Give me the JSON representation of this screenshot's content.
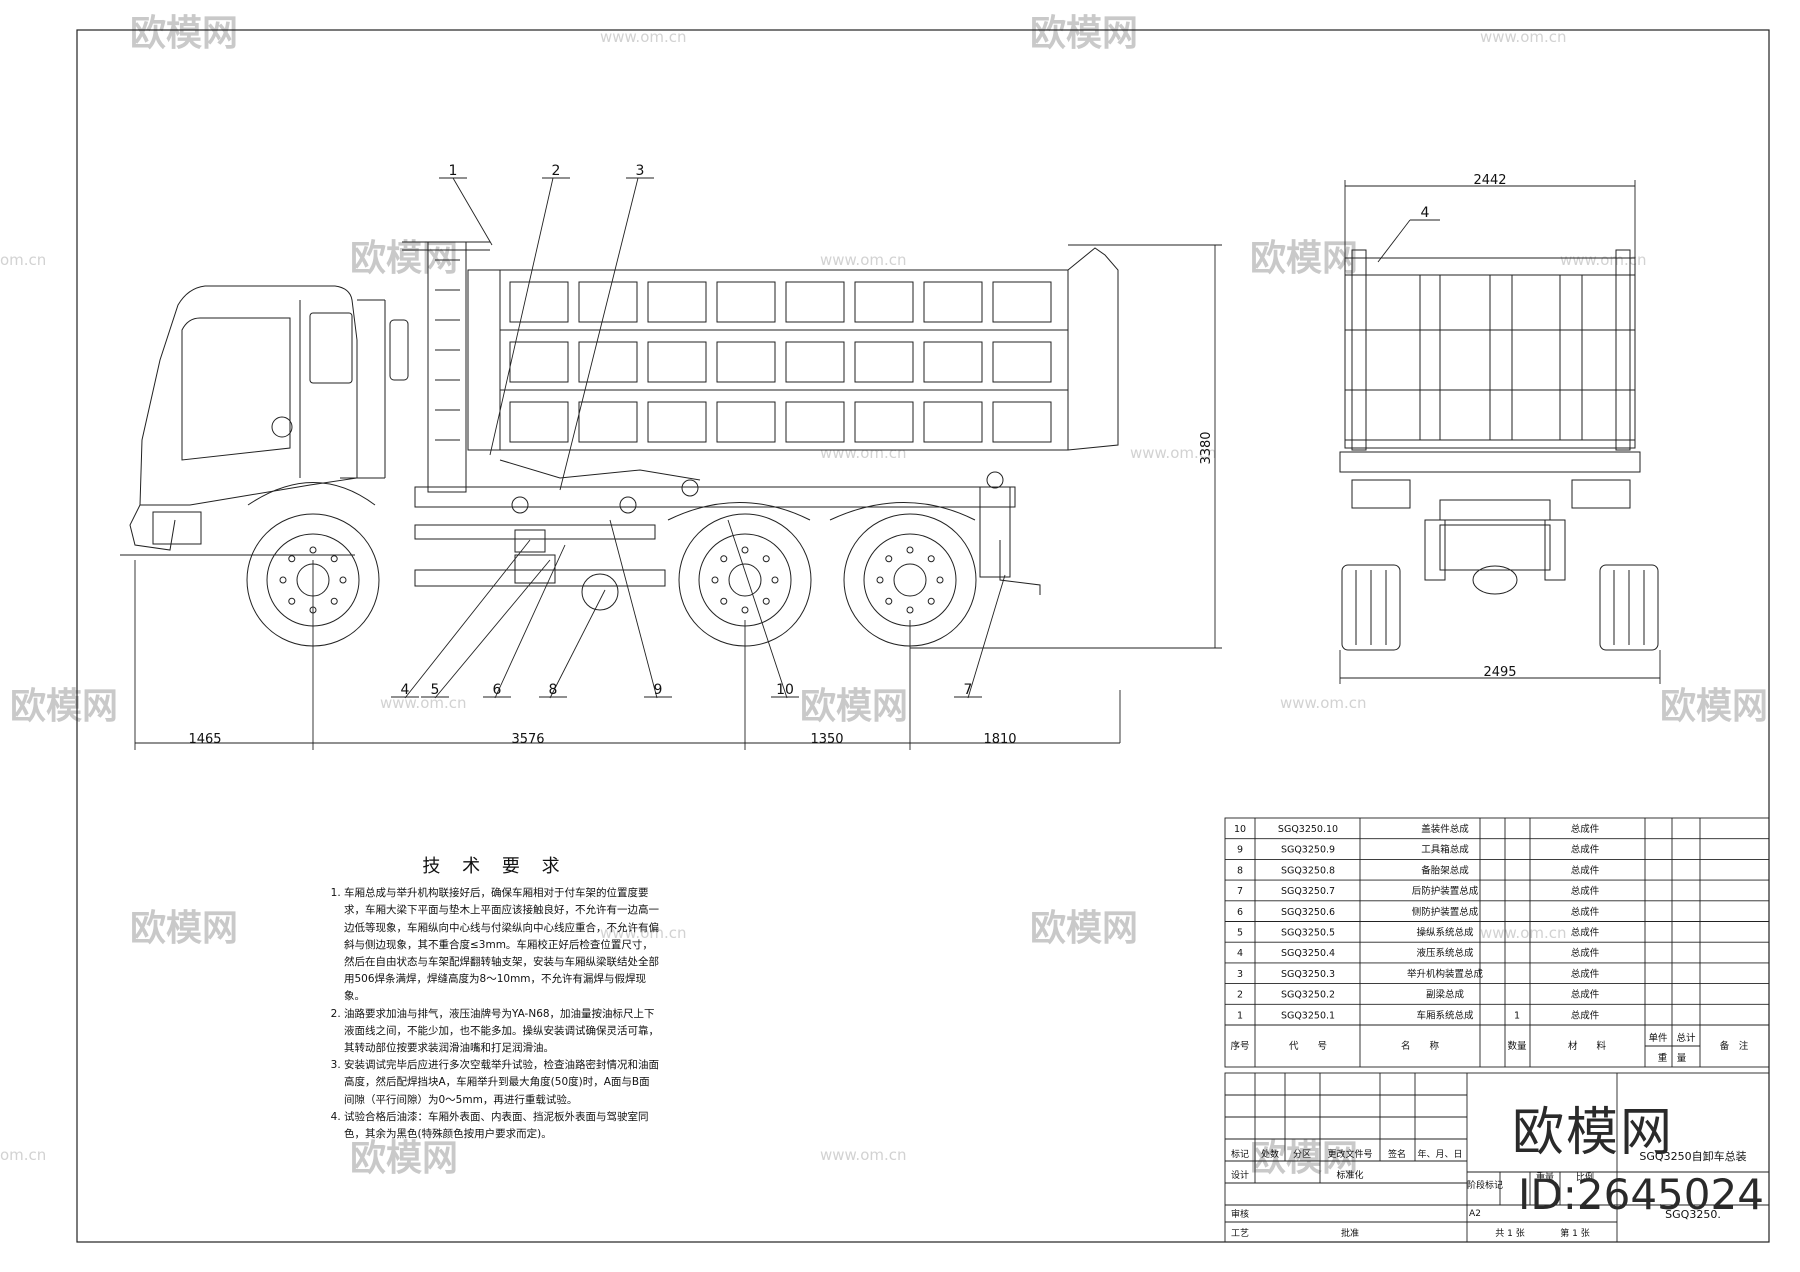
{
  "watermarks": {
    "logo_text": "欧模网",
    "url_text": "www.om.cn",
    "short_text": "om.cn"
  },
  "stamp": {
    "logo": "欧模网",
    "id": "ID:2645024"
  },
  "side_view": {
    "callouts": [
      "1",
      "2",
      "3",
      "4",
      "5",
      "6",
      "8",
      "9",
      "10",
      "7"
    ],
    "dims": {
      "front_overhang": "1465",
      "wheelbase": "3576",
      "axle_spacing": "1350",
      "rear_overhang": "1810",
      "height": "3380"
    }
  },
  "rear_view": {
    "callout": "4",
    "dims": {
      "top_width": "2442",
      "bottom_width": "2495"
    }
  },
  "tech": {
    "title": "技 术 要 求",
    "items": [
      "车厢总成与举升机构联接好后，确保车厢相对于付车架的位置度要求，车厢大梁下平面与垫木上平面应该接触良好，不允许有一边高一边低等现象，车厢纵向中心线与付梁纵向中心线应重合，不允许有偏斜与侧边现象，其不重合度≤3mm。车厢校正好后检查位置尺寸，然后在自由状态与车架配焊翻转轴支架，安装与车厢纵梁联结处全部用506焊条满焊，焊缝高度为8～10mm，不允许有漏焊与假焊现象。",
      "油路要求加油与排气，液压油牌号为YA-N68，加油量按油标尺上下液面线之间，不能少加，也不能多加。操纵安装调试确保灵活可靠，其转动部位按要求装润滑油嘴和打足润滑油。",
      "安装调试完毕后应进行多次空载举升试验，检查油路密封情况和油面高度，然后配焊挡块A，车厢举升到最大角度(50度)时，A面与B面间隙（平行间隙）为0～5mm，再进行重载试验。",
      "试验合格后油漆：车厢外表面、内表面、挡泥板外表面与驾驶室同色，其余为黑色(特殊颜色按用户要求而定)。"
    ]
  },
  "bom": {
    "rows": [
      {
        "no": "10",
        "code": "SGQ3250.10",
        "name": "盖装件总成",
        "qty": "",
        "note": "总成件"
      },
      {
        "no": "9",
        "code": "SGQ3250.9",
        "name": "工具箱总成",
        "qty": "",
        "note": "总成件"
      },
      {
        "no": "8",
        "code": "SGQ3250.8",
        "name": "备胎架总成",
        "qty": "",
        "note": "总成件"
      },
      {
        "no": "7",
        "code": "SGQ3250.7",
        "name": "后防护装置总成",
        "qty": "",
        "note": "总成件"
      },
      {
        "no": "6",
        "code": "SGQ3250.6",
        "name": "侧防护装置总成",
        "qty": "",
        "note": "总成件"
      },
      {
        "no": "5",
        "code": "SGQ3250.5",
        "name": "操纵系统总成",
        "qty": "",
        "note": "总成件"
      },
      {
        "no": "4",
        "code": "SGQ3250.4",
        "name": "液压系统总成",
        "qty": "",
        "note": "总成件"
      },
      {
        "no": "3",
        "code": "SGQ3250.3",
        "name": "举升机构装置总成",
        "qty": "",
        "note": "总成件"
      },
      {
        "no": "2",
        "code": "SGQ3250.2",
        "name": "副梁总成",
        "qty": "",
        "note": "总成件"
      },
      {
        "no": "1",
        "code": "SGQ3250.1",
        "name": "车厢系统总成",
        "qty": "1",
        "note": "总成件"
      }
    ],
    "header": {
      "no": "序号",
      "code": "代　　号",
      "name": "名　　称",
      "qty": "数量",
      "material": "材　　料",
      "unit": "单件",
      "total": "总计",
      "weight": "重　量",
      "remark": "备　注"
    }
  },
  "title_block": {
    "labels": [
      "标记",
      "处数",
      "分区",
      "更改文件号",
      "签名",
      "年、月、日"
    ],
    "design": "设计",
    "standard": "标准化",
    "stage": "阶段标记",
    "weight": "重量",
    "scale": "比例",
    "review": "审核",
    "process": "工艺",
    "approve": "批准",
    "sheets": "共 1 张",
    "sheet_no": "第 1 张",
    "size": "A2",
    "drawing_name": "SGQ3250自卸车总装",
    "drawing_no": "SGQ3250."
  }
}
